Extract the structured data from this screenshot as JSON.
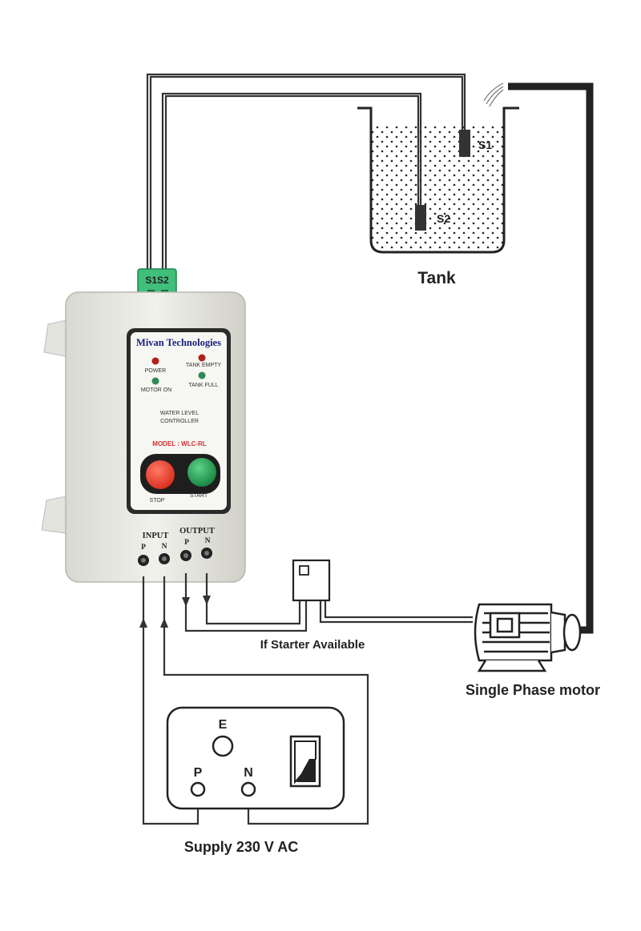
{
  "tank": {
    "label": "Tank",
    "sensor_top": "S1",
    "sensor_bottom": "S2"
  },
  "connector": {
    "label": "S1S2"
  },
  "controller": {
    "brand": "Mivan Technologies",
    "led_power": "POWER",
    "led_tank_empty": "TANK EMPTY",
    "led_motor_on": "MOTOR ON",
    "led_tank_full": "TANK FULL",
    "title_line1": "WATER LEVEL",
    "title_line2": "CONTROLLER",
    "model": "MODEL : WLC-RL",
    "stop_label": "STOP",
    "start_label": "START",
    "input_label": "INPUT",
    "output_label": "OUTPUT",
    "terminal_p_in": "P",
    "terminal_n_in": "N",
    "terminal_p_out": "P",
    "terminal_n_out": "N"
  },
  "starter": {
    "label": "If Starter Available"
  },
  "motor": {
    "label": "Single Phase motor"
  },
  "supply": {
    "label": "Supply 230 V AC",
    "earth": "E",
    "phase": "P",
    "neutral": "N"
  },
  "colors": {
    "wire": "#333333",
    "hose": "#2a2a2a",
    "terminal_green": "#3fbf7a",
    "stop_red": "#e03a2a",
    "start_green": "#1f9a4a",
    "brand_blue": "#1a237e",
    "model_red": "#d32f2f"
  }
}
